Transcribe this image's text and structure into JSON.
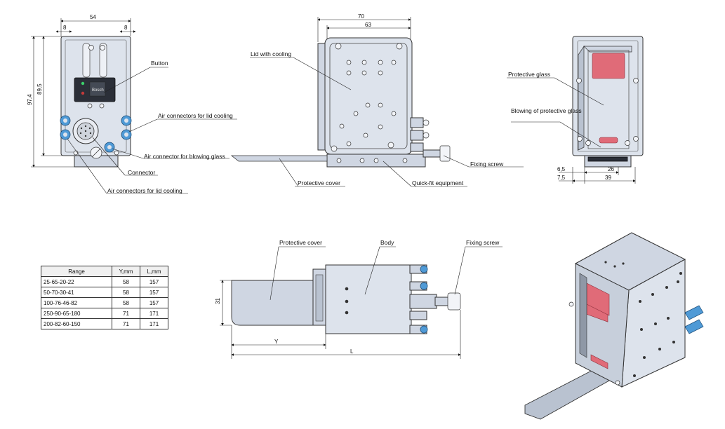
{
  "front_view": {
    "dim_width": "54",
    "dim_left_offset": "8",
    "dim_right_offset": "8",
    "dim_height_outer": "97,4",
    "dim_height_inner": "89,5",
    "panel_text": "Bosch",
    "label_button": "Button",
    "label_air_lid_top": "Air connectors for lid cooling",
    "label_air_blow": "Air connector for blowing glass",
    "label_connector": "Connector",
    "label_air_lid_bottom": "Air connectors for lid cooling"
  },
  "side_view": {
    "dim_outer": "70",
    "dim_inner": "63",
    "label_lid": "Lid with cooling",
    "label_fixing_screw": "Fixing screw",
    "label_protective_cover": "Protective cover",
    "label_quick_fit": "Quick-fit equipment"
  },
  "rear_view": {
    "label_protective_glass": "Protective glass",
    "label_blowing": "Blowing of protective glass",
    "dim_a": "6,5",
    "dim_b": "7,5",
    "dim_c": "26",
    "dim_d": "39"
  },
  "top_view": {
    "label_protective_cover": "Protective cover",
    "label_body": "Body",
    "label_fixing_screw": "Fixing screw",
    "dim_height": "31",
    "dim_y": "Y",
    "dim_l": "L"
  },
  "range_table": {
    "headers": [
      "Range",
      "Y,mm",
      "L,mm"
    ],
    "rows": [
      [
        "25-65-20-22",
        "58",
        "157"
      ],
      [
        "50-70-30-41",
        "58",
        "157"
      ],
      [
        "100-76-46-82",
        "58",
        "157"
      ],
      [
        "250-90-65-180",
        "71",
        "171"
      ],
      [
        "200-82-60-150",
        "71",
        "171"
      ]
    ]
  },
  "colors": {
    "body": "#dde3ec",
    "connector_blue": "#4f9ad6",
    "glass_red": "#e06b78"
  }
}
